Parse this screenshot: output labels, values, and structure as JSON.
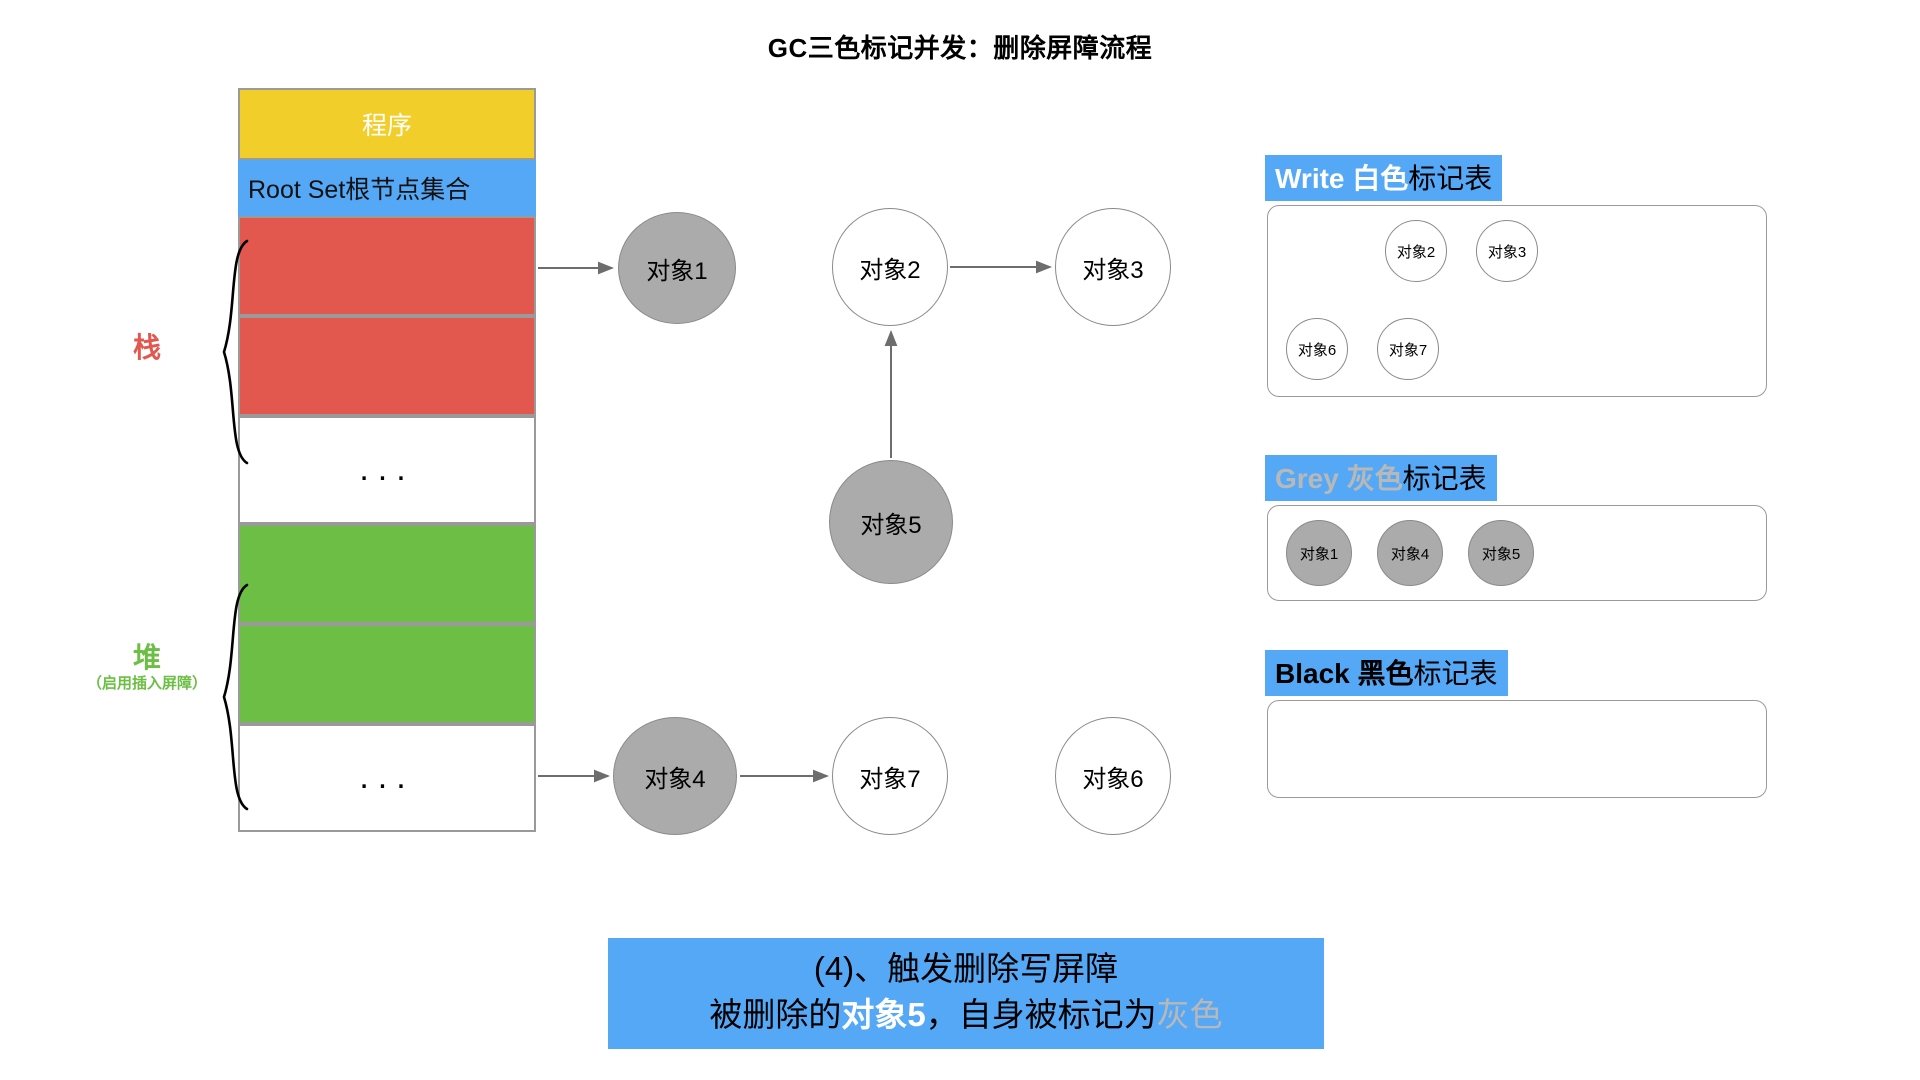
{
  "title": "GC三色标记并发：删除屏障流程",
  "memory": {
    "program_label": "程序",
    "rootset_label": "Root Set根节点集合",
    "ellipsis": "...",
    "blocks": [
      {
        "kind": "program",
        "label": "程序",
        "color": "#F2CE2B"
      },
      {
        "kind": "rootset",
        "label": "Root Set根节点集合",
        "color": "#55A8F5"
      },
      {
        "kind": "red",
        "label": "",
        "color": "#E2584F"
      },
      {
        "kind": "red",
        "label": "",
        "color": "#E2584F"
      },
      {
        "kind": "dots",
        "label": "...",
        "color": "#FFFFFF"
      },
      {
        "kind": "green",
        "label": "",
        "color": "#6CBE45"
      },
      {
        "kind": "green",
        "label": "",
        "color": "#6CBE45"
      },
      {
        "kind": "dots",
        "label": "...",
        "color": "#FFFFFF"
      }
    ]
  },
  "side_labels": {
    "stack": {
      "main": "栈",
      "sub": "",
      "color": "#E2584F"
    },
    "heap": {
      "main": "堆",
      "sub": "（启用插入屏障）",
      "color": "#6CBE45"
    }
  },
  "graph": {
    "nodes": [
      {
        "id": "obj1",
        "label": "对象1",
        "fill": "grey"
      },
      {
        "id": "obj2",
        "label": "对象2",
        "fill": "white"
      },
      {
        "id": "obj3",
        "label": "对象3",
        "fill": "white"
      },
      {
        "id": "obj5",
        "label": "对象5",
        "fill": "grey"
      },
      {
        "id": "obj4",
        "label": "对象4",
        "fill": "grey"
      },
      {
        "id": "obj7",
        "label": "对象7",
        "fill": "white"
      },
      {
        "id": "obj6",
        "label": "对象6",
        "fill": "white"
      }
    ],
    "edges": [
      {
        "from": "rootset-red",
        "to": "obj1"
      },
      {
        "from": "obj2",
        "to": "obj3"
      },
      {
        "from": "obj5",
        "to": "obj2"
      },
      {
        "from": "heap-green",
        "to": "obj4"
      },
      {
        "from": "obj4",
        "to": "obj7"
      }
    ]
  },
  "mark_tables": [
    {
      "id": "white",
      "title_en": "Write",
      "title_cn_colored": "白色",
      "title_cn_tail": "标记表",
      "items": [
        "对象2",
        "对象3",
        "对象6",
        "对象7"
      ],
      "item_fill": "white"
    },
    {
      "id": "grey",
      "title_en": "Grey",
      "title_cn_colored": "灰色",
      "title_cn_tail": "标记表",
      "items": [
        "对象1",
        "对象4",
        "对象5"
      ],
      "item_fill": "grey"
    },
    {
      "id": "black",
      "title_en": "Black",
      "title_cn_colored": "黑色",
      "title_cn_tail": "标记表",
      "items": [],
      "item_fill": "black"
    }
  ],
  "caption": {
    "line1": "(4)、触发删除写屏障",
    "line2_pre": "被删除的",
    "line2_bold": "对象5",
    "line2_mid": "，自身被标记为",
    "line2_grey": "灰色"
  },
  "colors": {
    "accent_blue": "#55A8F5",
    "yellow": "#F2CE2B",
    "red": "#E2584F",
    "green": "#6CBE45",
    "grey_node": "#ABABAB",
    "stroke": "#9A9A9A"
  }
}
